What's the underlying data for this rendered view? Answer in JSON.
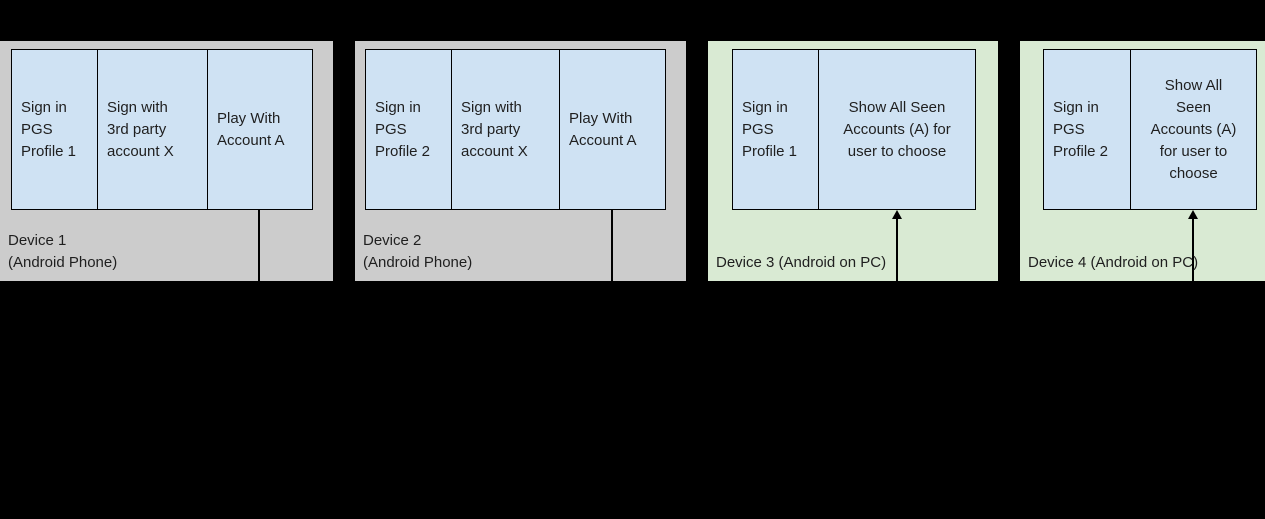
{
  "colors": {
    "background": "#000000",
    "phone_card_fill": "#cccccc",
    "pc_card_fill": "#d9ead3",
    "step_cell_fill": "#cfe2f3",
    "border": "#000000",
    "text": "#1f1f1f"
  },
  "devices": [
    {
      "label": "Device 1\n(Android Phone)",
      "type": "phone",
      "connector": "line-down",
      "cells": [
        "Sign in\nPGS\nProfile 1",
        "Sign with\n3rd party\naccount X",
        "Play With\nAccount A"
      ]
    },
    {
      "label": "Device 2\n(Android Phone)",
      "type": "phone",
      "connector": "line-down",
      "cells": [
        "Sign in\nPGS\nProfile 2",
        "Sign with\n3rd party\naccount X",
        "Play With\nAccount A"
      ]
    },
    {
      "label": "Device 3 (Android on PC)",
      "type": "pc",
      "connector": "arrow-up",
      "cells": [
        "Sign in\nPGS\nProfile 1",
        "Show All Seen\nAccounts (A) for\nuser to choose"
      ]
    },
    {
      "label": "Device 4 (Android on PC)",
      "type": "pc",
      "connector": "arrow-up",
      "cells": [
        "Sign in\nPGS\nProfile 2",
        "Show All\nSeen\nAccounts (A)\nfor user to\nchoose"
      ]
    }
  ]
}
